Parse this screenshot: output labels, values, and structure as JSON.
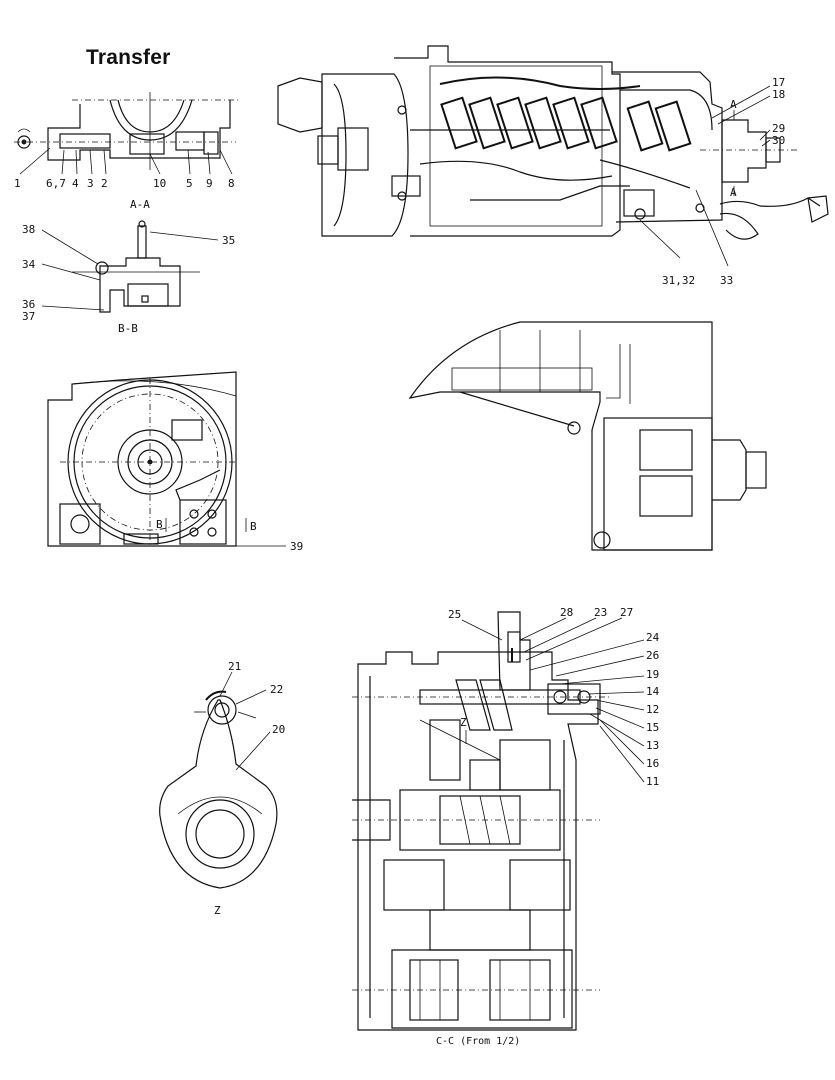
{
  "title": "Transfer",
  "views": {
    "aa": {
      "caption": "A-A"
    },
    "bb": {
      "caption": "B-B"
    },
    "cc": {
      "caption": "C-C (From 1/2)"
    },
    "z": {
      "caption": "Z",
      "inner_mark": "Z"
    }
  },
  "markers": {
    "A": "A",
    "B": "B"
  },
  "callouts": {
    "c1": "1",
    "c67": "6,7",
    "c4": "4",
    "c3": "3",
    "c2": "2",
    "c10": "10",
    "c5": "5",
    "c9": "9",
    "c8": "8",
    "c17": "17",
    "c18": "18",
    "c29": "29",
    "c30": "30",
    "c3132": "31,32",
    "c33": "33",
    "c38": "38",
    "c35": "35",
    "c34": "34",
    "c36": "36",
    "c37": "37",
    "c39": "39",
    "c21": "21",
    "c22": "22",
    "c20": "20",
    "c25": "25",
    "c28": "28",
    "c23": "23",
    "c27": "27",
    "c24": "24",
    "c26": "26",
    "c19": "19",
    "c14": "14",
    "c12": "12",
    "c15": "15",
    "c13": "13",
    "c16": "16",
    "c11": "11"
  }
}
